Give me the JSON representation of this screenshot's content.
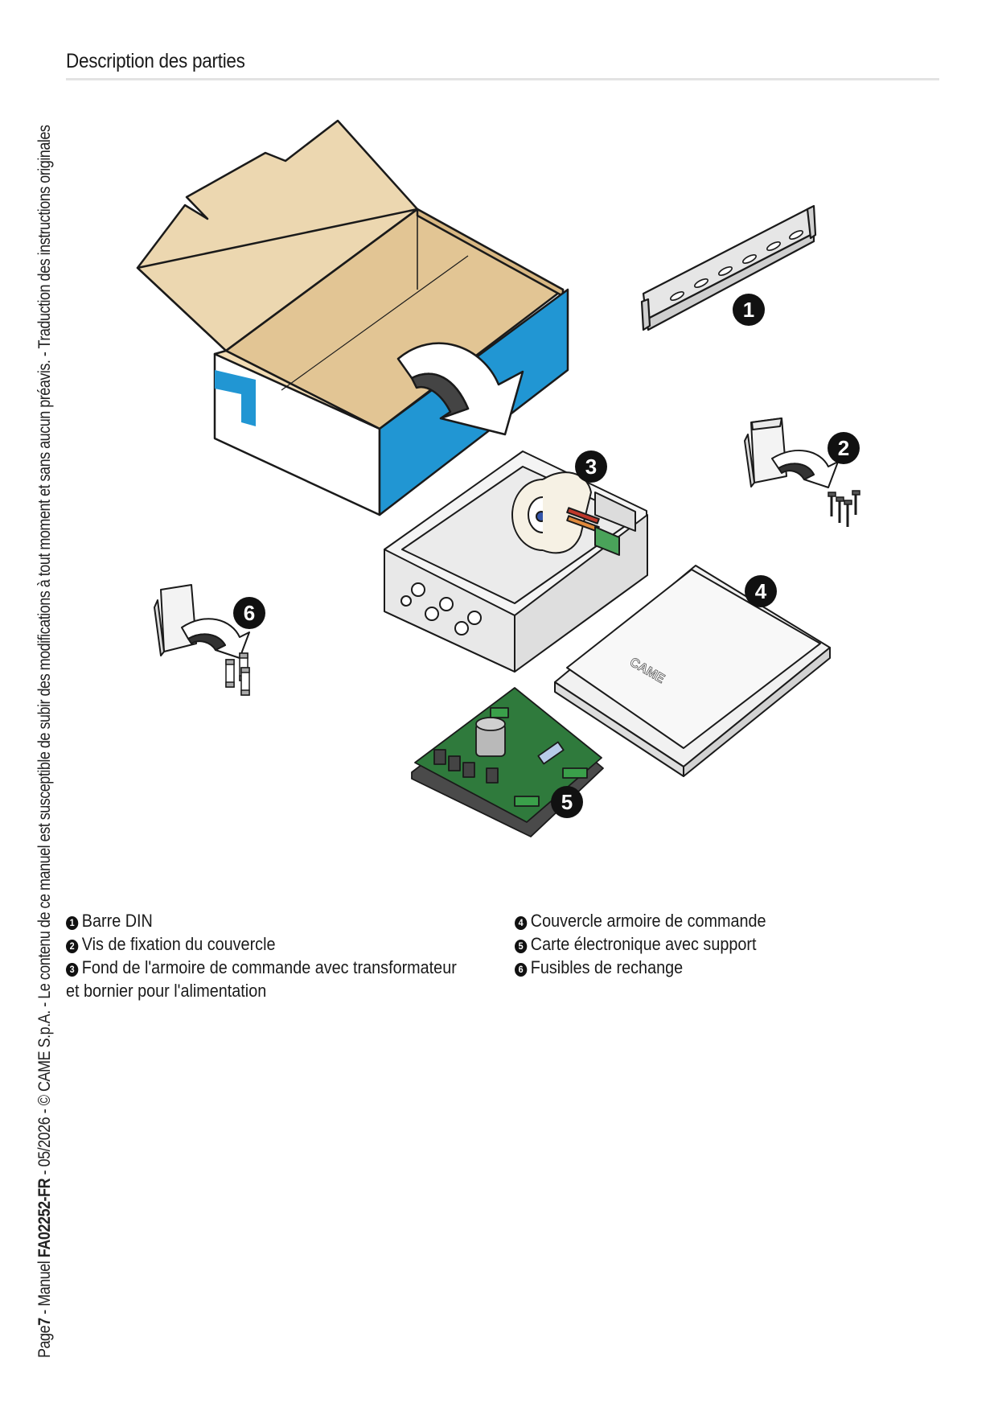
{
  "side_margin": {
    "prefix": "Page",
    "page_number": "7",
    "sep1": " - Manuel ",
    "doc_code": "FA02252-FR",
    "rest": " - 05/2026 - © CAME S.p.A. - Le contenu de ce manuel est susceptible de subir des modifications à tout moment et sans aucun préavis. - Traduction des instructions originales"
  },
  "section": {
    "title": "Description des parties"
  },
  "callouts": [
    "1",
    "2",
    "3",
    "4",
    "5",
    "6"
  ],
  "cover_brand": "CAME",
  "legend": {
    "left": [
      {
        "num": "1",
        "text": "Barre DIN"
      },
      {
        "num": "2",
        "text": "Vis de fixation du couvercle"
      },
      {
        "num": "3",
        "text": "Fond de l'armoire de commande avec transformateur et bornier pour l'alimentation"
      }
    ],
    "right": [
      {
        "num": "4",
        "text": "Couvercle armoire de commande"
      },
      {
        "num": "5",
        "text": "Carte électronique avec support"
      },
      {
        "num": "6",
        "text": "Fusibles de rechange"
      }
    ]
  },
  "colors": {
    "box_blue": "#2196d3",
    "cardboard": "#e8cfa3",
    "pcb_green": "#2f7a3c",
    "rule": "#e3e3e3"
  }
}
